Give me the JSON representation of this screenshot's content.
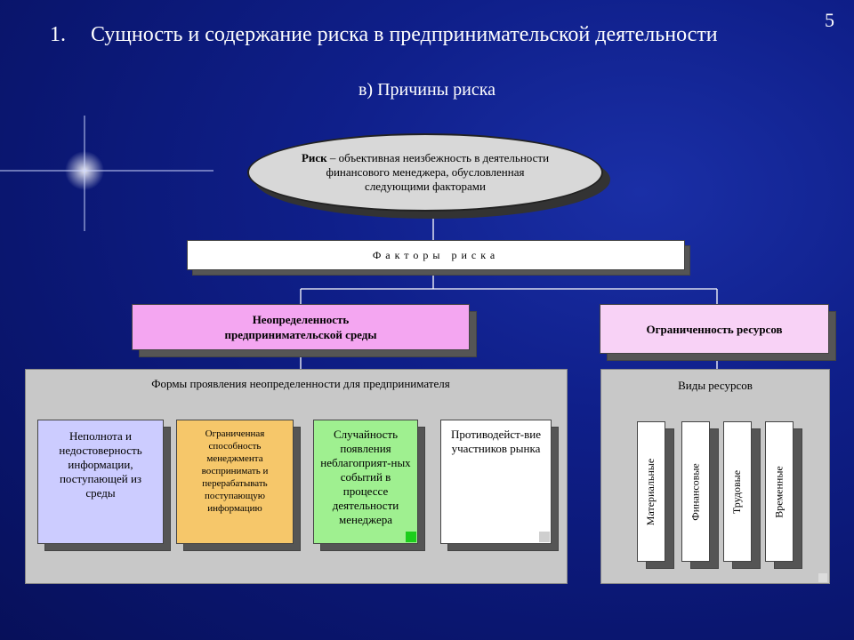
{
  "slide_number": "5",
  "title": {
    "number": "1.",
    "text": "Сущность и содержание риска в предпринимательской деятельности"
  },
  "subtitle": "в) Причины риска",
  "definition": {
    "term": "Риск",
    "text": " – объективная неизбежность в деятельности финансового менеджера, обусловленная следующими факторами"
  },
  "factors_label": "Факторы риска",
  "branches": {
    "uncertainty": "Неопределенность предпринимательской среды",
    "limited_resources": "Ограниченность ресурсов"
  },
  "forms_panel": {
    "label": "Формы проявления неопределенности для предпринимателя",
    "cards": [
      "Неполнота и недостоверность информации, поступающей из среды",
      "Ограниченная способность менеджмента воспринимать и перерабатывать поступающую информацию",
      "Случайность появления неблагоприят-ных событий в процессе деятельности менеджера",
      "Противодейст-вие участников рынка"
    ]
  },
  "resources_panel": {
    "label": "Виды ресурсов",
    "items": [
      "Материальные",
      "Финансовые",
      "Трудовые",
      "Временные"
    ]
  },
  "colors": {
    "background": "#0f1f8a",
    "uncertainty_fill": "#f4a6f1",
    "limited_fill": "#f8d2f6",
    "card1": "#ccccff",
    "card2": "#f6c76a",
    "card3": "#9ff090",
    "card4": "#ffffff",
    "panel": "#c8c8c8"
  }
}
